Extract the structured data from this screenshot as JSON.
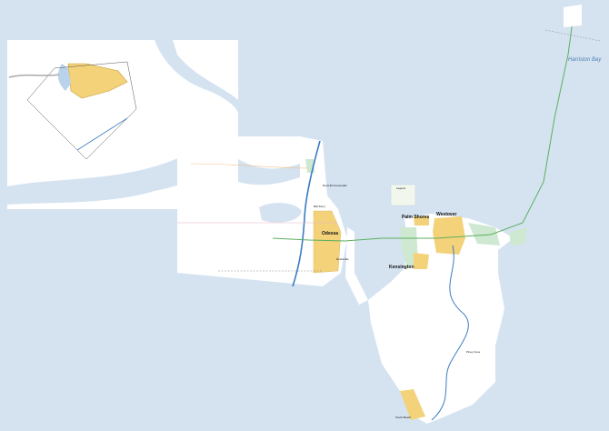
{
  "map": {
    "colors": {
      "water": "#d5e3f1",
      "land": "#ffffff",
      "urban": "#f3d27a",
      "park": "#cfe8d2",
      "interstate": "#3c7cc4",
      "highway": "#5caf5e",
      "road": "#e6b6c2"
    },
    "labels": {
      "odessa": "Odessa",
      "palm_shores": "Palm Shores",
      "westover": "Westover",
      "kensington": "Kensington",
      "piney_cove": "Piney Cove",
      "south_beach": "South Beach",
      "harriston_bay": "Harriston Bay",
      "red_hill": "Red Hill Crossroads",
      "bell_ferry": "Bell Ferry",
      "rocksville": "Rocksville"
    },
    "legend": {
      "title": "Legend"
    }
  }
}
